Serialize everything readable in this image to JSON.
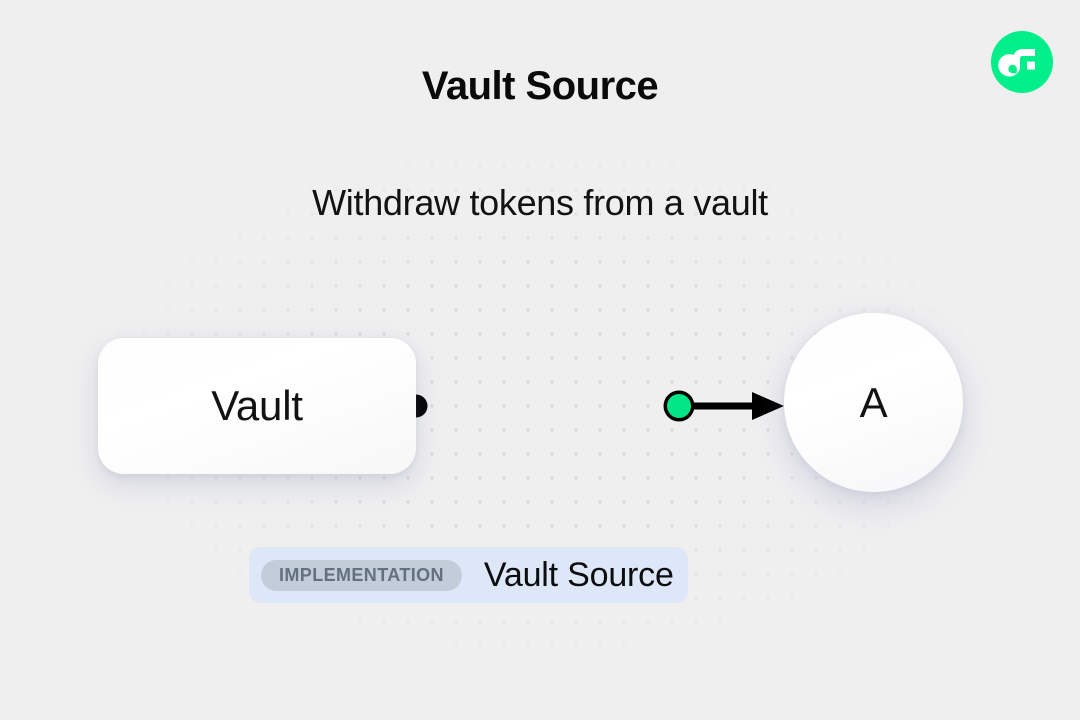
{
  "header": {
    "title": "Vault Source",
    "subtitle": "Withdraw tokens from a vault"
  },
  "brand": {
    "logo_name": "flow-logo-icon",
    "logo_color": "#00ef8b",
    "mark_color": "#ffffff"
  },
  "diagram": {
    "nodes": [
      {
        "id": "vault",
        "label": "Vault",
        "shape": "rounded-rect"
      },
      {
        "id": "a",
        "label": "A",
        "shape": "circle"
      }
    ],
    "edges": [
      {
        "from": "vault",
        "to": "a",
        "source_handle_color": "#000000",
        "target_handle_color": "#00e585",
        "line_color": "#000000",
        "arrow": "triangle"
      }
    ]
  },
  "implementation": {
    "tag": "IMPLEMENTATION",
    "name": "Vault Source",
    "bar_color": "#dde7f8",
    "tag_color": "#c3ccd9",
    "tag_text_color": "#62707f"
  },
  "theme": {
    "background": "#efeff0",
    "dot_color": "#d9d9dc",
    "accent_green": "#00ef8b",
    "text_color": "#111214"
  }
}
